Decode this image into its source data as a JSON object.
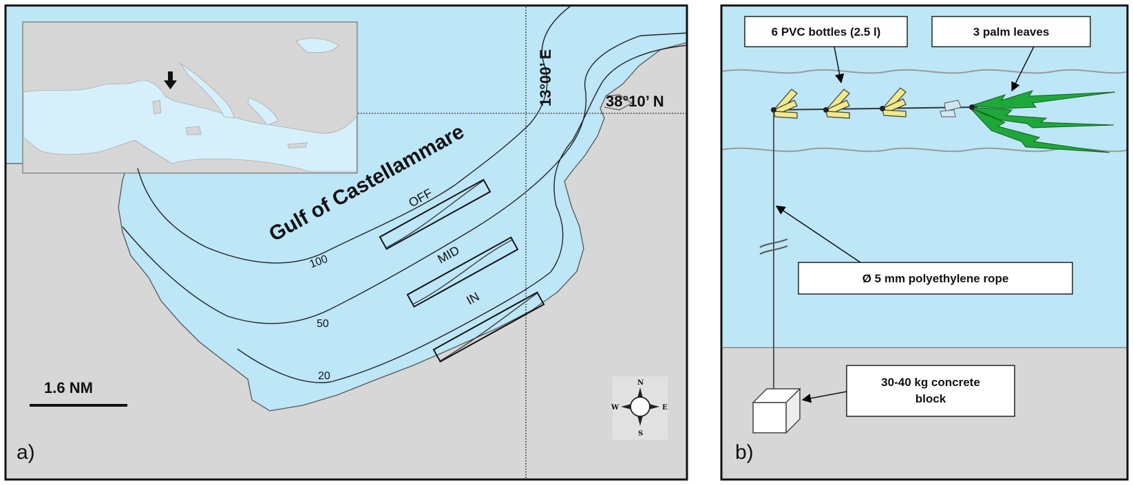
{
  "panel_a": {
    "panel_label": "a)",
    "gulf_name": "Gulf of Castellammare",
    "longitude_label": "13°00’ E",
    "latitude_label": "38°10’ N",
    "scale_bar_label": "1.6 NM",
    "isobaths": [
      "100",
      "50",
      "20"
    ],
    "transects": [
      "OFF",
      "MID",
      "IN"
    ],
    "compass": {
      "north": "N",
      "south": "S",
      "east": "E",
      "west": "W"
    },
    "inset_marker": "arrow-down-icon"
  },
  "panel_b": {
    "panel_label": "b)",
    "callouts": {
      "bottles": "6 PVC bottles (2.5 l)",
      "palm": "3 palm leaves",
      "rope": "Ø 5 mm polyethylene  rope",
      "block_line1": "30-40 kg concrete",
      "block_line2": "block"
    }
  },
  "colors": {
    "sea": "#bde6f7",
    "land": "#d7d7d7",
    "inset_sea": "#d5f0fb",
    "palm_green": "#1fa83a",
    "bottle_yellow": "#f2e98a"
  }
}
